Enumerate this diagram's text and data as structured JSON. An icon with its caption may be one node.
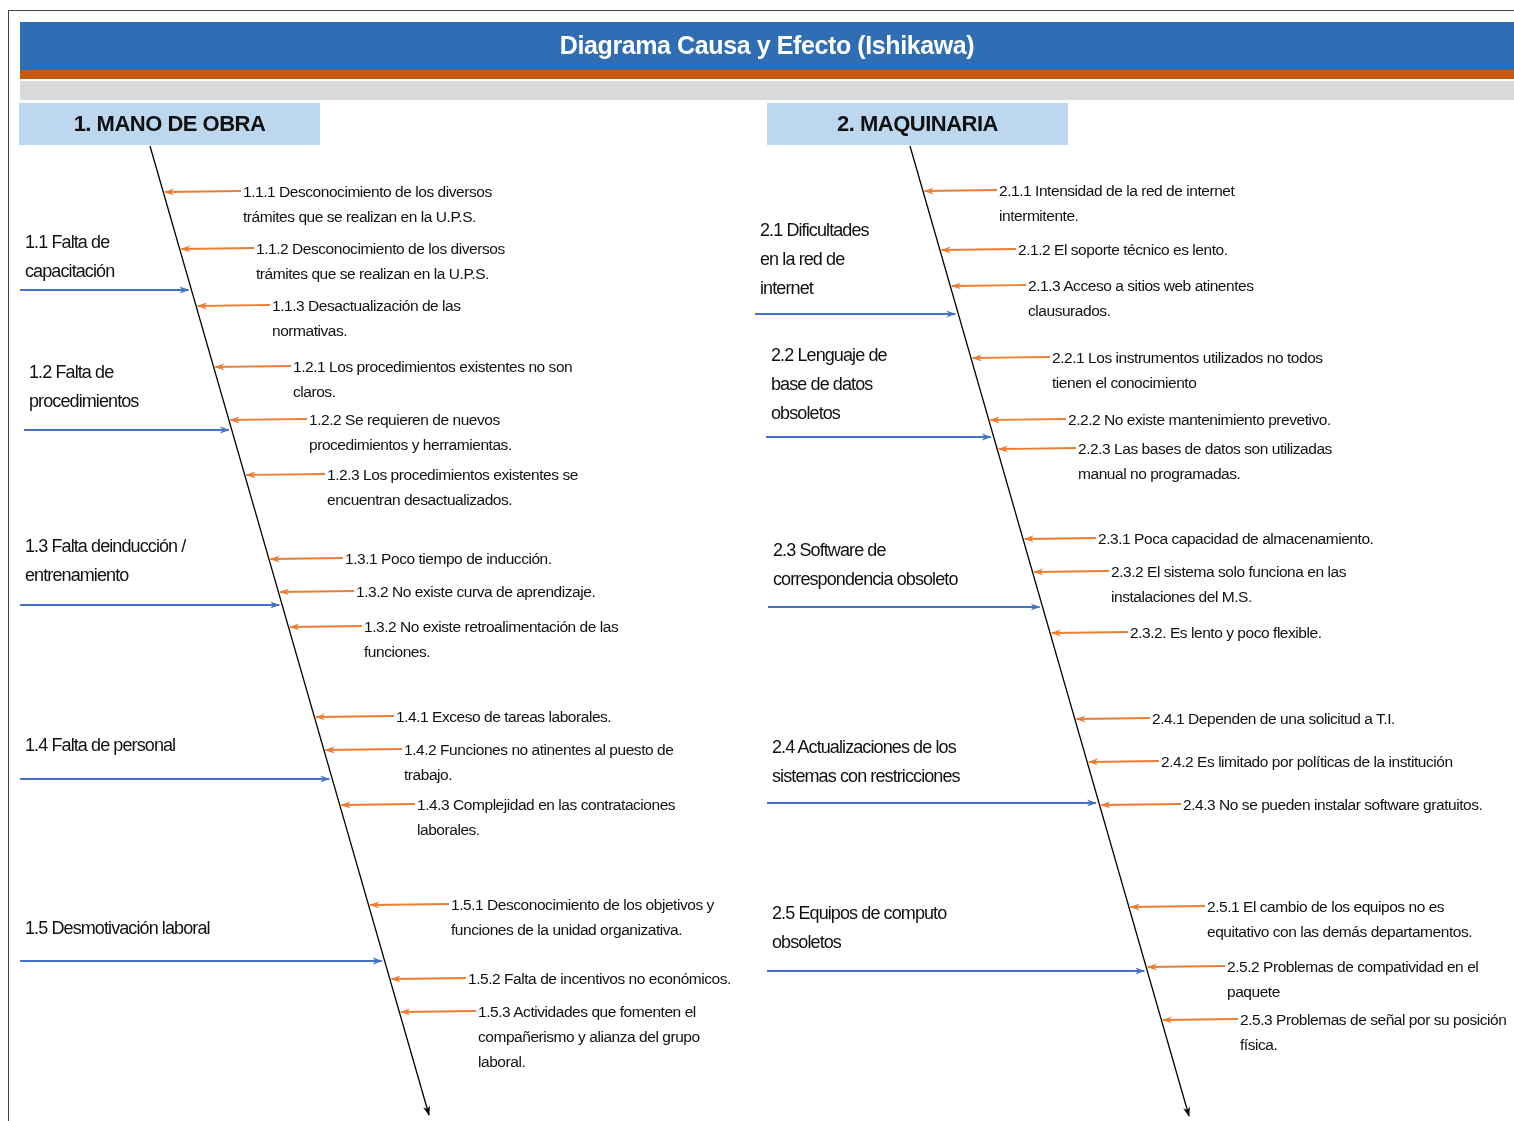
{
  "diagram": {
    "title": "Diagrama Causa y Efecto (Ishikawa)",
    "nodes": [
      {
        "text": [
          "1. MANO DE OBRA"
        ]
      },
      {
        "text": [
          "1.1 Falta de capacitación"
        ]
      },
      {
        "text": [
          "1.1.1 Desconocimiento de los diversos trámites que se realizan en la U.P.S."
        ]
      },
      {
        "text": [
          "1.1.2 Desconocimiento de los diversos trámites que se realizan en la U.P.S."
        ]
      },
      {
        "text": [
          "1.1.3 Desactualización de las normativas."
        ]
      },
      {
        "text": [
          "1.2 Falta de procedimientos"
        ]
      },
      {
        "text": [
          "1.2.1 Los procedimientos existentes no son claros."
        ]
      },
      {
        "text": [
          "1.2.2 Se requieren de nuevos procedimientos y herramientas."
        ]
      },
      {
        "text": [
          "1.2.3 Los procedimientos existentes se encuentran desactualizados."
        ]
      },
      {
        "text": [
          "1.3 Falta deinducción / entrenamiento"
        ]
      },
      {
        "text": [
          "1.3.1 Poco tiempo de inducción."
        ]
      },
      {
        "text": [
          "1.3.2 No existe curva de aprendizaje."
        ]
      },
      {
        "text": [
          "1.3.2 No existe retroalimentación de las funciones."
        ]
      },
      {
        "text": [
          "1.4 Falta de personal"
        ]
      },
      {
        "text": [
          "1.4.1 Exceso de tareas laborales."
        ]
      },
      {
        "text": [
          "1.4.2 Funciones no atinentes al puesto de trabajo."
        ]
      },
      {
        "text": [
          "1.4.3 Complejidad en las contrataciones laborales."
        ]
      },
      {
        "text": [
          "1.5 Desmotivación laboral"
        ]
      },
      {
        "text": [
          "1.5.1 Desconocimiento de los objetivos y funciones de la unidad organizativa."
        ]
      },
      {
        "text": [
          "1.5.2 Falta de incentivos no económicos."
        ]
      },
      {
        "text": [
          "1.5.3 Actividades que fomenten el compañerismo y alianza del grupo laboral."
        ]
      },
      {
        "text": [
          "2. MAQUINARIA"
        ]
      },
      {
        "text": [
          "2.1 Dificultades en la red de internet"
        ]
      },
      {
        "text": [
          "2.1.1 Intensidad de la red de internet intermitente."
        ]
      },
      {
        "text": [
          "2.1.2 El soporte técnico es lento."
        ]
      },
      {
        "text": [
          "2.1.3 Acceso a sitios web atinentes clausurados."
        ]
      },
      {
        "text": [
          "2.2 Lenguaje de base de datos obsoletos"
        ]
      },
      {
        "text": [
          "2.2.1 Los instrumentos utilizados no todos tienen el conocimiento"
        ]
      },
      {
        "text": [
          "2.2.2 No existe mantenimiento prevetivo."
        ]
      },
      {
        "text": [
          "2.2.3 Las bases de datos son utilizadas manual no programadas."
        ]
      },
      {
        "text": [
          "2.3 Software de correspondencia obsoleto"
        ]
      },
      {
        "text": [
          "2.3.1 Poca capacidad de almacenamiento."
        ]
      },
      {
        "text": [
          "2.3.2 El sistema solo funciona en las instalaciones del M.S."
        ]
      },
      {
        "text": [
          "2.3.2. Es lento y poco flexible."
        ]
      },
      {
        "text": [
          "2.4 Actualizaciones de los sistemas con restricciones"
        ]
      },
      {
        "text": [
          "2.4.1 Dependen de una solicitud a T.I."
        ]
      },
      {
        "text": [
          "2.4.2 Es limitado por políticas de la institución"
        ]
      },
      {
        "text": [
          "2.4.3 No se pueden instalar software gratuitos."
        ]
      },
      {
        "text": [
          "2.5 Equipos de computo obsoletos"
        ]
      },
      {
        "text": [
          "2.5.1 El cambio de los equipos no es equitativo con las demás departamentos."
        ]
      },
      {
        "text": [
          "2.5.2 Problemas de compatividad en el paquete"
        ]
      },
      {
        "text": [
          "2.5.3 Problemas de señal por su posición física."
        ]
      }
    ],
    "edges": [
      {
        "from": 0,
        "to": null,
        "arrow": "to",
        "color": "#000000"
      },
      {
        "from": 1,
        "to": null,
        "arrow": "to",
        "color": "#4472c4"
      },
      {
        "from": 2,
        "to": null,
        "arrow": "to"
      },
      {
        "from": 3,
        "to": null,
        "arrow": "to"
      },
      {
        "from": 4,
        "to": null,
        "arrow": "to"
      },
      {
        "from": 5,
        "to": null,
        "arrow": "to",
        "color": "#4472c4"
      },
      {
        "from": 6,
        "to": null,
        "arrow": "to"
      },
      {
        "from": 7,
        "to": null,
        "arrow": "to"
      },
      {
        "from": 8,
        "to": null,
        "arrow": "to"
      },
      {
        "from": 9,
        "to": null,
        "arrow": "to",
        "color": "#4472c4"
      },
      {
        "from": 10,
        "to": null,
        "arrow": "to"
      },
      {
        "from": 11,
        "to": null,
        "arrow": "to"
      },
      {
        "from": 12,
        "to": null,
        "arrow": "to"
      },
      {
        "from": 13,
        "to": null,
        "arrow": "to",
        "color": "#4472c4"
      },
      {
        "from": 14,
        "to": null,
        "arrow": "to"
      },
      {
        "from": 15,
        "to": null,
        "arrow": "to"
      },
      {
        "from": 16,
        "to": null,
        "arrow": "to"
      },
      {
        "from": 17,
        "to": null,
        "arrow": "to",
        "color": "#4472c4"
      },
      {
        "from": 18,
        "to": null,
        "arrow": "to"
      },
      {
        "from": 19,
        "to": null,
        "arrow": "to"
      },
      {
        "from": 20,
        "to": null,
        "arrow": "to"
      },
      {
        "from": 21,
        "to": null,
        "arrow": "to",
        "color": "#000000"
      },
      {
        "from": 22,
        "to": null,
        "arrow": "to",
        "color": "#4472c4"
      },
      {
        "from": 23,
        "to": null,
        "arrow": "to"
      },
      {
        "from": 24,
        "to": null,
        "arrow": "to"
      },
      {
        "from": 25,
        "to": null,
        "arrow": "to"
      },
      {
        "from": 26,
        "to": null,
        "arrow": "to",
        "color": "#4472c4"
      },
      {
        "from": 27,
        "to": null,
        "arrow": "to"
      },
      {
        "from": 28,
        "to": null,
        "arrow": "to"
      },
      {
        "from": 29,
        "to": null,
        "arrow": "to"
      },
      {
        "from": 30,
        "to": null,
        "arrow": "to",
        "color": "#4472c4"
      },
      {
        "from": 31,
        "to": null,
        "arrow": "to"
      },
      {
        "from": 32,
        "to": null,
        "arrow": "to"
      },
      {
        "from": 33,
        "to": null,
        "arrow": "to"
      },
      {
        "from": 34,
        "to": null,
        "arrow": "to",
        "color": "#4472c4"
      },
      {
        "from": 35,
        "to": null,
        "arrow": "to"
      },
      {
        "from": 36,
        "to": null,
        "arrow": "to"
      },
      {
        "from": 37,
        "to": null,
        "arrow": "to"
      },
      {
        "from": 38,
        "to": null,
        "arrow": "to",
        "color": "#4472c4"
      },
      {
        "from": 39,
        "to": null,
        "arrow": "to"
      },
      {
        "from": 40,
        "to": null,
        "arrow": "to"
      },
      {
        "from": 41,
        "to": null,
        "arrow": "to"
      }
    ]
  }
}
